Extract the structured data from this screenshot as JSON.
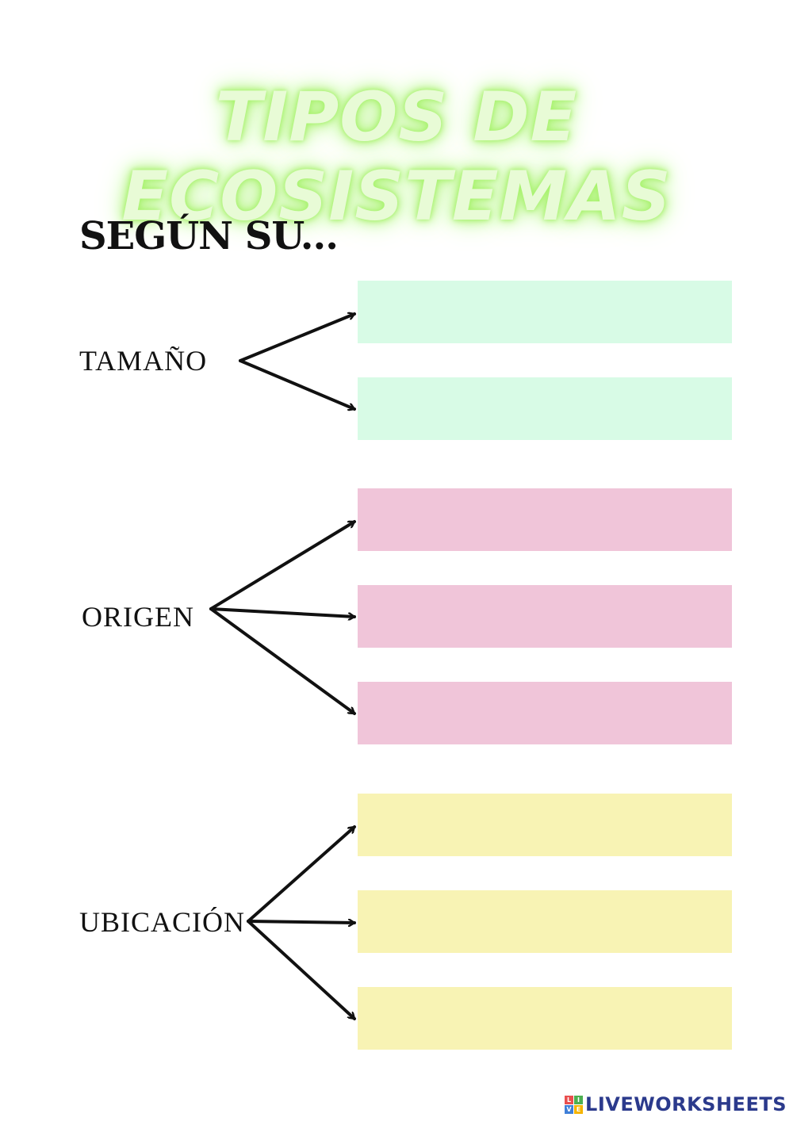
{
  "title": "TIPOS DE ECOSISTEMAS",
  "subtitle": "SEGÚN SU...",
  "categories": [
    {
      "label": "TAMAÑO",
      "box_color": "#d8fbe6",
      "box_count": 2
    },
    {
      "label": "ORIGEN",
      "box_color": "#f0c5d9",
      "box_count": 3
    },
    {
      "label": "UBICACIÓN",
      "box_color": "#f8f3b4",
      "box_count": 3
    }
  ],
  "colors": {
    "title_fill": "#e8fbd6",
    "title_glow": "#a6f26a",
    "text": "#111111",
    "footer_text": "#2b3a8c"
  },
  "footer": {
    "brand": "LIVEWORKSHEETS",
    "logo_letters": [
      "L",
      "I",
      "V",
      "E"
    ],
    "logo_colors": [
      "#e94f4f",
      "#4caf50",
      "#3f7fd8",
      "#f5b400"
    ]
  }
}
